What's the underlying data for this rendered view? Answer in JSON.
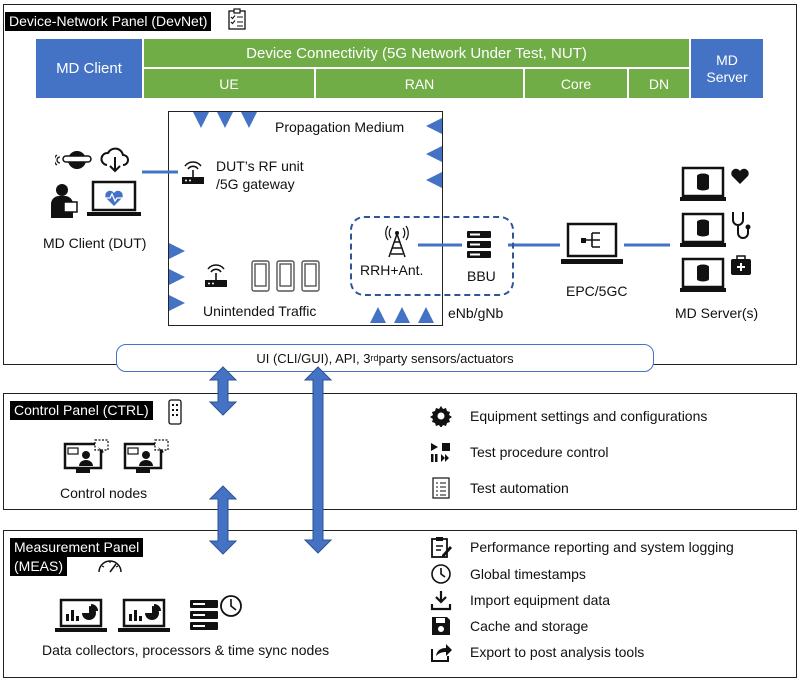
{
  "devnet": {
    "title": "Device-Network Panel (DevNet)",
    "md_client_header": "MD Client",
    "connectivity_header": "Device Connectivity (5G Network Under Test, NUT)",
    "segments": [
      "UE",
      "RAN",
      "Core",
      "DN"
    ],
    "md_server_header": "MD Server",
    "propagation_medium": "Propagation Medium",
    "dut_rf_unit": "DUT’s RF unit",
    "gateway_5g": "/5G gateway",
    "md_client_dut": "MD Client (DUT)",
    "unintended_traffic": "Unintended Traffic",
    "rrh": "RRH+Ant.",
    "bbu": "BBU",
    "enb_gnb": "eNb/gNb",
    "epc_5gc": "EPC/5GC",
    "md_servers": "MD Server(s)"
  },
  "interface_bar": {
    "text_prefix": "UI (CLI/GUI), API, 3",
    "text_sup": "rd",
    "text_suffix": " party sensors/actuators"
  },
  "ctrl": {
    "title": "Control Panel (CTRL)",
    "nodes_label": "Control nodes",
    "items": [
      "Equipment settings and configurations",
      "Test procedure control",
      "Test automation"
    ]
  },
  "meas": {
    "title_line1": "Measurement Panel",
    "title_line2": "(MEAS)",
    "nodes_label": "Data collectors, processors & time sync nodes",
    "items": [
      "Performance reporting and system logging",
      "Global timestamps",
      "Import equipment data",
      "Cache and storage",
      "Export to post analysis tools"
    ]
  },
  "colors": {
    "accent_blue": "#4472c4",
    "accent_green": "#70ad47",
    "dashed_border": "#2e5597"
  }
}
